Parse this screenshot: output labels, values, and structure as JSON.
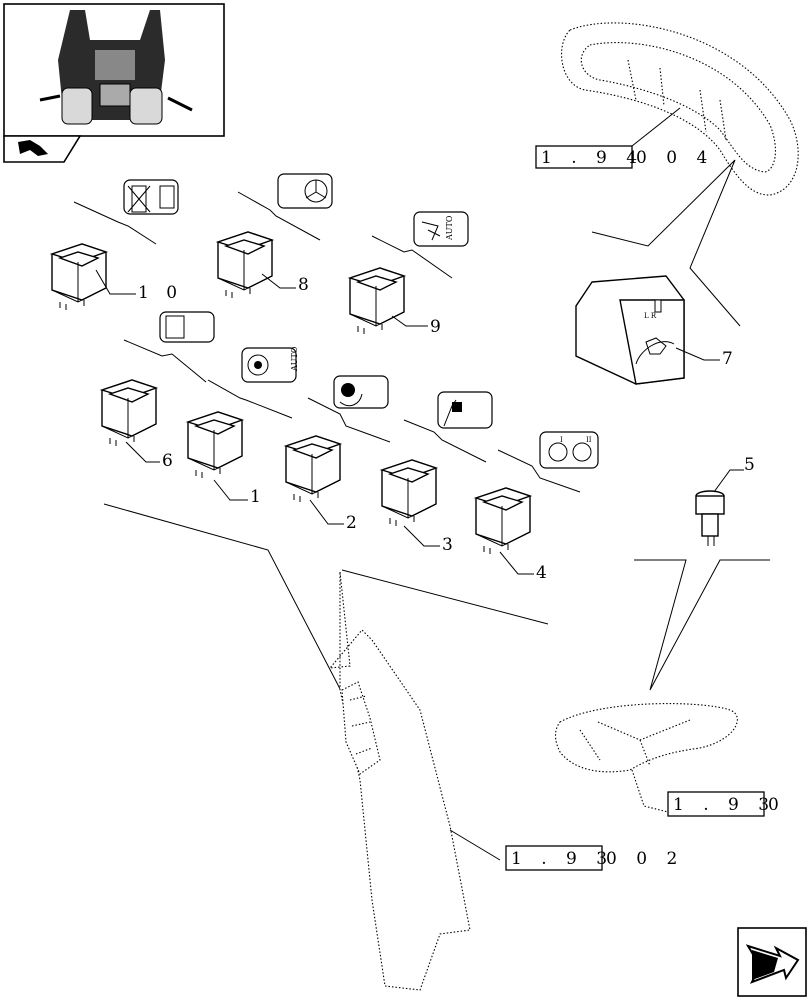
{
  "figure": {
    "callouts": {
      "c1": "1",
      "c2": "2",
      "c3": "3",
      "c4": "4",
      "c5": "5",
      "c6": "6",
      "c7": "7",
      "c8": "8",
      "c9": "9",
      "c10": "1 0"
    },
    "references": {
      "r1": {
        "boxed": "1 . 9 4",
        "tail": "0  0 4"
      },
      "r2": {
        "boxed": "1 . 9 3",
        "tail": "0  0 2"
      },
      "r3": {
        "boxed": "1 . 9 3",
        "tail": "0"
      }
    },
    "switch_symbols": {
      "s4": "AUTO",
      "s9": "AUTO",
      "s4_roman_1": "I",
      "s4_roman_2": "II",
      "s7_letters": "L  R"
    }
  },
  "icons": {
    "thumbnail": "tractor-cab-thumbnail-icon",
    "book": "manual-book-icon",
    "nav": "navigation-arrow-icon"
  }
}
